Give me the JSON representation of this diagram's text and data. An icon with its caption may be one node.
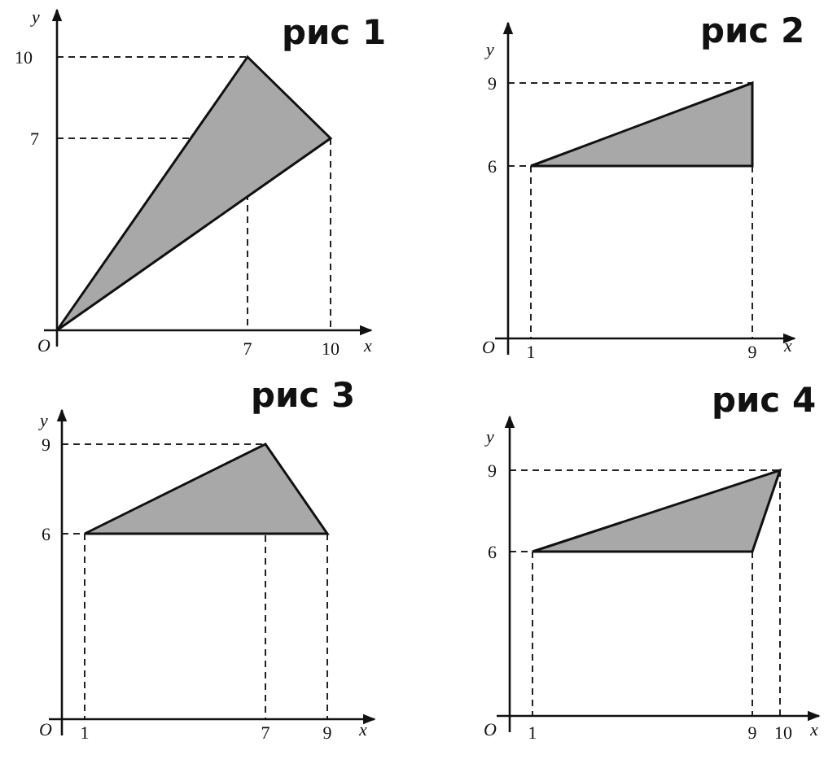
{
  "diagram": {
    "labels": [
      "рис 1",
      "y",
      "10",
      "7",
      "O",
      "7",
      "10",
      "x",
      "рис 2",
      "y",
      "9",
      "6",
      "O",
      "1",
      "9",
      "x",
      "рис 3",
      "y",
      "9",
      "6",
      "O",
      "1",
      "7",
      "9",
      "x",
      "рис 4",
      "y",
      "9",
      "6",
      "O",
      "1",
      "9",
      "10",
      "x"
    ]
  }
}
